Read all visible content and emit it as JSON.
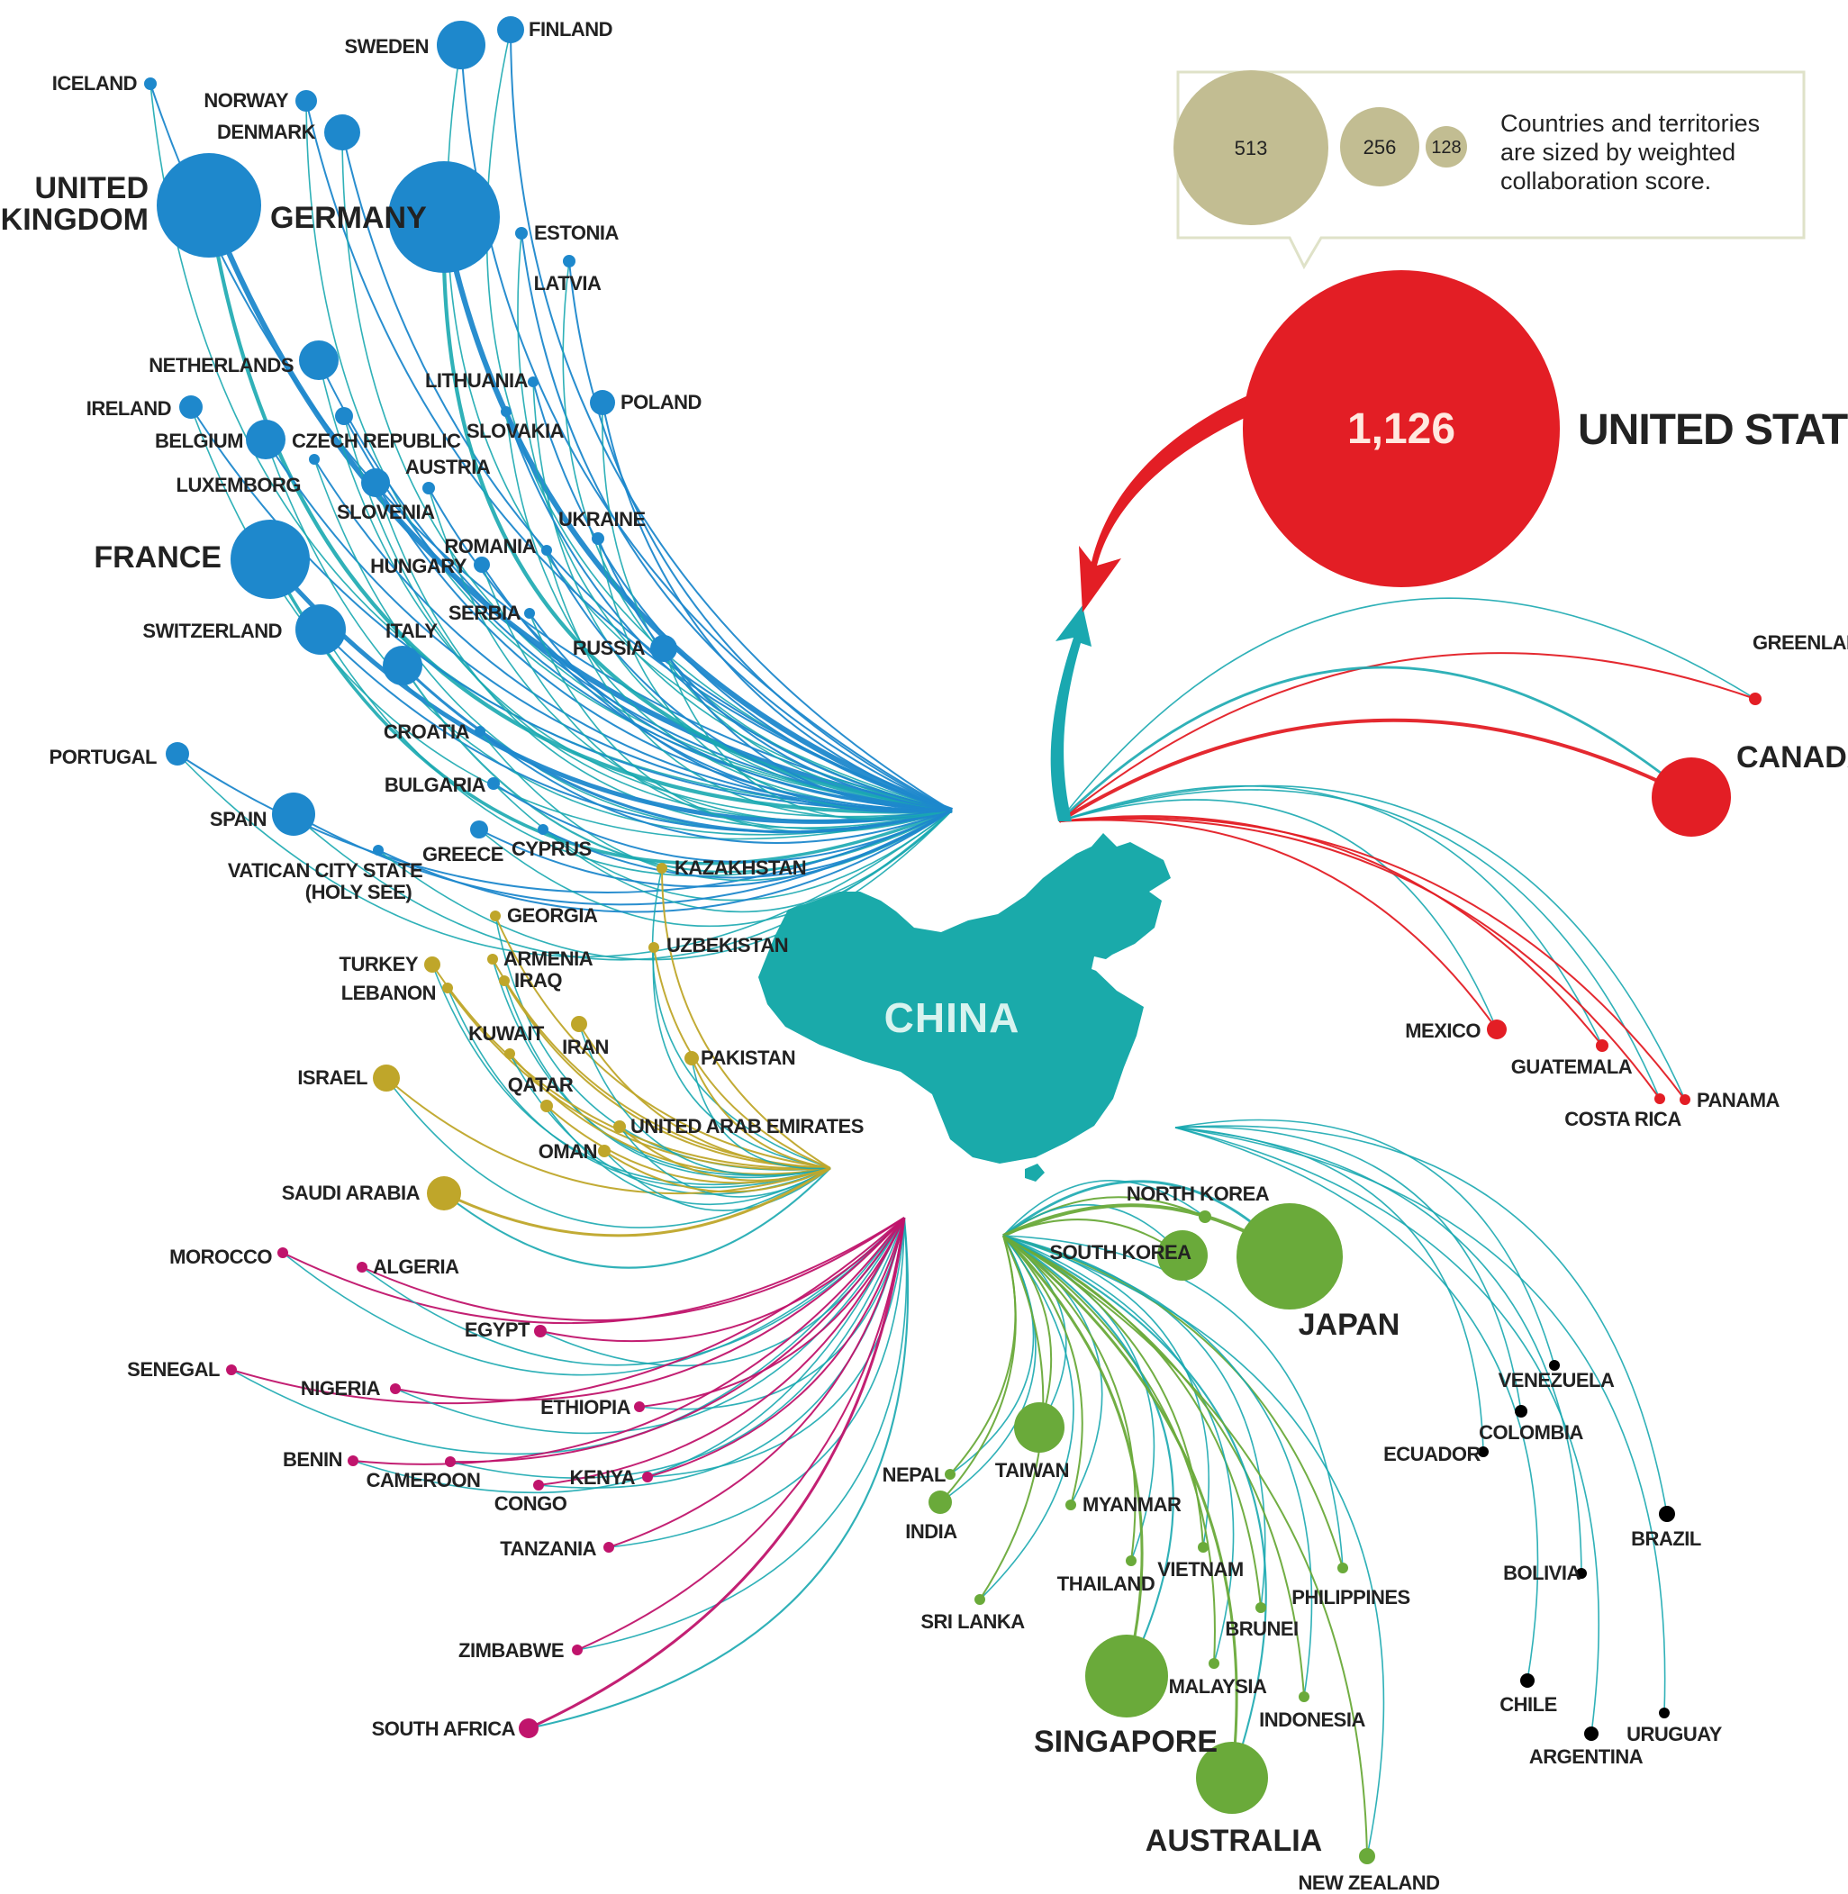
{
  "center": {
    "label": "CHINA",
    "color": "#1aaaaa"
  },
  "colors": {
    "china_link": "#1aa8b0",
    "united_states": "#e31e25",
    "north_america": "#e31e25",
    "europe": "#1e88cc",
    "middle_east_central_asia": "#bfa62a",
    "africa": "#c0146c",
    "asia_pacific": "#6aaa3a",
    "south_america": "#a97ab8",
    "legend_fill": "#c2bd92",
    "legend_border": "#dfe2c8"
  },
  "legend": {
    "circles": [
      "513",
      "256",
      "128"
    ],
    "text_lines": [
      "Countries and territories",
      "are sized by weighted",
      "collaboration score."
    ]
  },
  "united_states": {
    "label": "UNITED STATES",
    "value": "1,126"
  },
  "country_groups": {
    "europe": [
      "ICELAND",
      "SWEDEN",
      "FINLAND",
      "NORWAY",
      "DENMARK",
      "UNITED",
      "KINGDOM",
      "GERMANY",
      "ESTONIA",
      "LATVIA",
      "NETHERLANDS",
      "IRELAND",
      "LITHUANIA",
      "POLAND",
      "BELGIUM",
      "CZECH REPUBLIC",
      "SLOVAKIA",
      "LUXEMBORG",
      "SLOVENIA",
      "AUSTRIA",
      "UKRAINE",
      "FRANCE",
      "ROMANIA",
      "HUNGARY",
      "SERBIA",
      "SWITZERLAND",
      "ITALY",
      "RUSSIA",
      "PORTUGAL",
      "CROATIA",
      "BULGARIA",
      "SPAIN",
      "GREECE",
      "CYPRUS",
      "VATICAN CITY STATE",
      "(HOLY SEE)"
    ],
    "north_america": [
      "GREENLAND",
      "CANADA",
      "MEXICO",
      "GUATEMALA",
      "COSTA RICA",
      "PANAMA"
    ],
    "middle_east_central_asia": [
      "KAZAKHSTAN",
      "UZBEKISTAN",
      "GEORGIA",
      "ARMENIA",
      "IRAQ",
      "TURKEY",
      "LEBANON",
      "KUWAIT",
      "IRAN",
      "PAKISTAN",
      "ISRAEL",
      "QATAR",
      "UNITED ARAB EMIRATES",
      "OMAN",
      "SAUDI ARABIA"
    ],
    "africa": [
      "MOROCCO",
      "ALGERIA",
      "EGYPT",
      "SENEGAL",
      "NIGERIA",
      "ETHIOPIA",
      "BENIN",
      "CAMEROON",
      "KENYA",
      "CONGO",
      "TANZANIA",
      "ZIMBABWE",
      "SOUTH AFRICA"
    ],
    "asia_pacific": [
      "NORTH KOREA",
      "SOUTH KOREA",
      "JAPAN",
      "NEPAL",
      "TAIWAN",
      "INDIA",
      "MYANMAR",
      "THAILAND",
      "VIETNAM",
      "SRI LANKA",
      "BRUNEI",
      "PHILIPPINES",
      "MALAYSIA",
      "SINGAPORE",
      "INDONESIA",
      "AUSTRALIA",
      "NEW ZEALAND"
    ],
    "south_america": [
      "VENEZUELA",
      "COLOMBIA",
      "ECUADOR",
      "BRAZIL",
      "BOLIVIA",
      "CHILE",
      "ARGENTINA",
      "URUGUAY"
    ]
  }
}
